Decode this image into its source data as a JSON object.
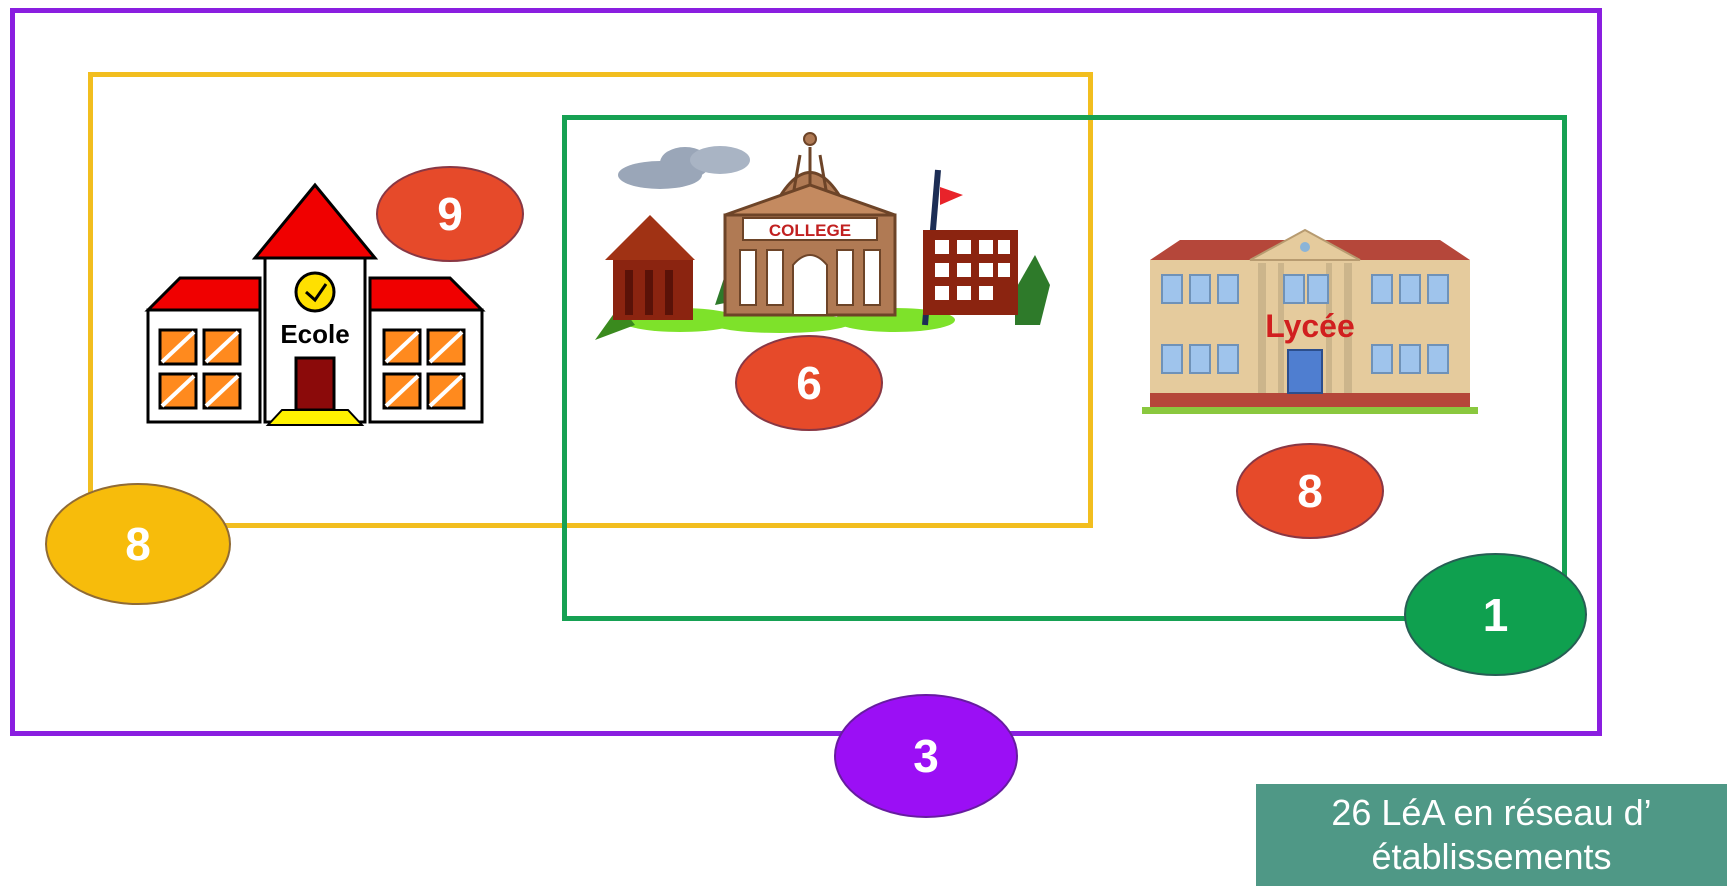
{
  "groups": {
    "ecole": {
      "count": "9",
      "sign": "Ecole",
      "color": "#e64a2a"
    },
    "college": {
      "count": "6",
      "sign": "COLLEGE",
      "color": "#e64a2a"
    },
    "lycee": {
      "count": "8",
      "sign": "Lycée",
      "color": "#e64a2a"
    },
    "ecole_college": {
      "count": "8",
      "color": "#f7bc0b"
    },
    "college_lycee": {
      "count": "1",
      "color": "#0fa04f"
    },
    "all": {
      "count": "3",
      "color": "#9b0ff5"
    }
  },
  "caption": {
    "line1": "26 LéA en réseau d’",
    "line2": "établissements",
    "color": "#4f9886"
  },
  "frame_colors": {
    "all": "#8a1ee0",
    "ecole_college": "#f2be1f",
    "college_lycee": "#16a153"
  }
}
